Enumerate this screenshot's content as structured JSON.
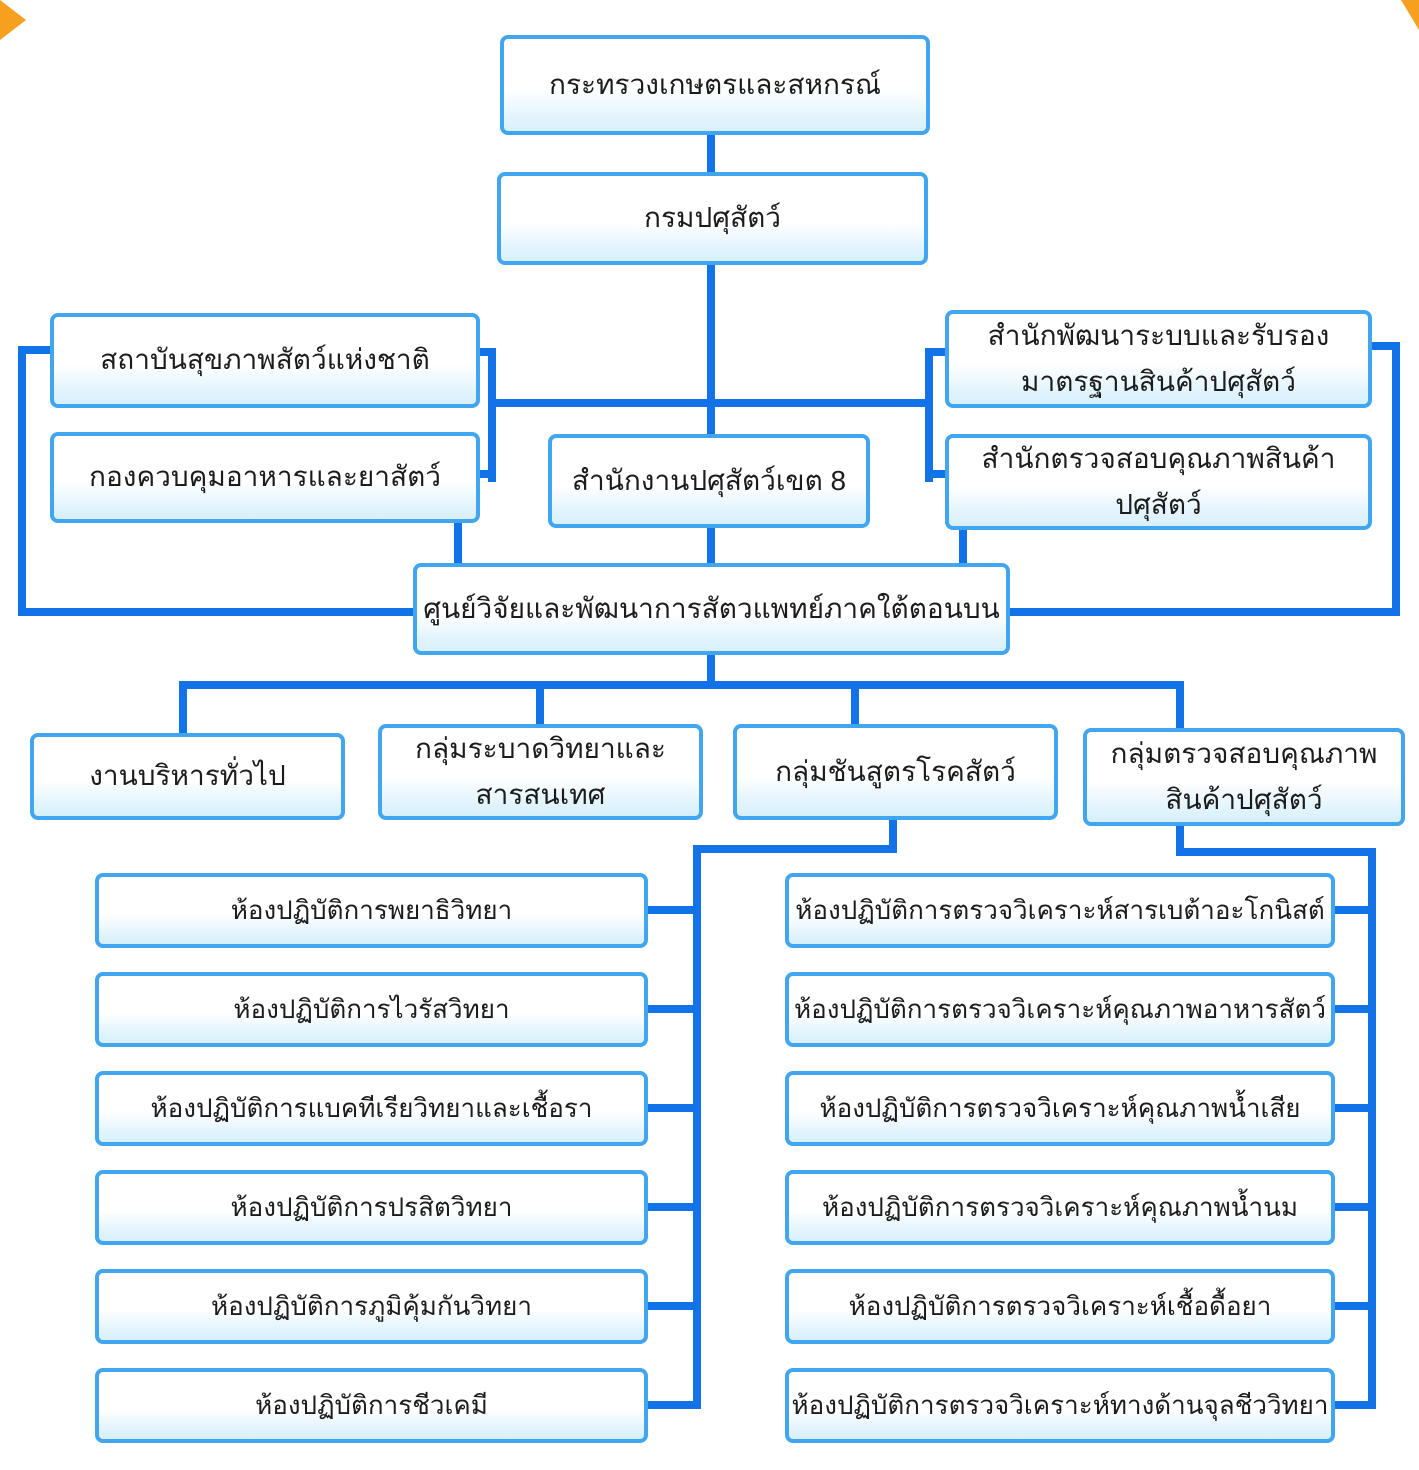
{
  "accent_colors": {
    "box_border": "#41a6ef",
    "box_fill_bottom": "#d7f0fc",
    "connector": "#1273e8",
    "arrow": "#f5a11f",
    "text": "#1c1c1c"
  },
  "org_chart": {
    "top": [
      {
        "id": "ministry",
        "label": "กระทรวงเกษตรและสหกรณ์"
      },
      {
        "id": "dld",
        "label": "กรมปศุสัตว์"
      }
    ],
    "left_branch": [
      {
        "id": "nah",
        "label": "สถาบันสุขภาพสัตว์แห่งชาติ"
      },
      {
        "id": "afvc",
        "label": "กองควบคุมอาหารและยาสัตว์"
      }
    ],
    "right_branch": [
      {
        "id": "bld",
        "label": "สำนักพัฒนาระบบและรับรอง​มาตรฐานสินค้าปศุสัตว์"
      },
      {
        "id": "bqcl",
        "label": "สำนักตรวจสอบคุณภาพสินค้า​ปศุสัตว์"
      }
    ],
    "middle": {
      "id": "region8",
      "label": "สำนักงานปศุสัตว์เขต 8"
    },
    "center": {
      "id": "vrd",
      "label": "ศูนย์วิจัยและพัฒนาการสัตวแพทย์ภาคใต้ตอนบน"
    },
    "divisions": [
      {
        "id": "general",
        "label": "งานบริหารทั่วไป"
      },
      {
        "id": "epi",
        "label": "กลุ่มระบาดวิทยาและ​สารสนเทศ"
      },
      {
        "id": "diagnosis",
        "label": "กลุ่มชันสูตรโรคสัตว์"
      },
      {
        "id": "qc",
        "label": "กลุ่มตรวจสอบคุณภาพสินค้า​ปศุสัตว์"
      }
    ],
    "diagnosis_labs": [
      {
        "label": "ห้องปฏิบัติการพยาธิวิทยา"
      },
      {
        "label": "ห้องปฏิบัติการไวรัสวิทยา"
      },
      {
        "label": "ห้องปฏิบัติการแบคทีเรียวิทยาและเชื้อรา"
      },
      {
        "label": "ห้องปฏิบัติการปรสิตวิทยา"
      },
      {
        "label": "ห้องปฏิบัติการภูมิคุ้มกันวิทยา"
      },
      {
        "label": "ห้องปฏิบัติการชีวเคมี"
      }
    ],
    "qc_labs": [
      {
        "label": "ห้องปฏิบัติการตรวจวิเคราะห์สารเบต้าอะโกนิสต์"
      },
      {
        "label": "ห้องปฏิบัติการตรวจวิเคราะห์คุณภาพอาหารสัตว์"
      },
      {
        "label": "ห้องปฏิบัติการตรวจวิเคราะห์คุณภาพน้ำเสีย"
      },
      {
        "label": "ห้องปฏิบัติการตรวจวิเคราะห์คุณภาพน้ำนม"
      },
      {
        "label": "ห้องปฏิบัติการตรวจวิเคราะห์เชื้อดื้อยา"
      },
      {
        "label": "ห้องปฏิบัติการตรวจวิเคราะห์ทางด้านจุลชีววิทยา"
      }
    ]
  }
}
